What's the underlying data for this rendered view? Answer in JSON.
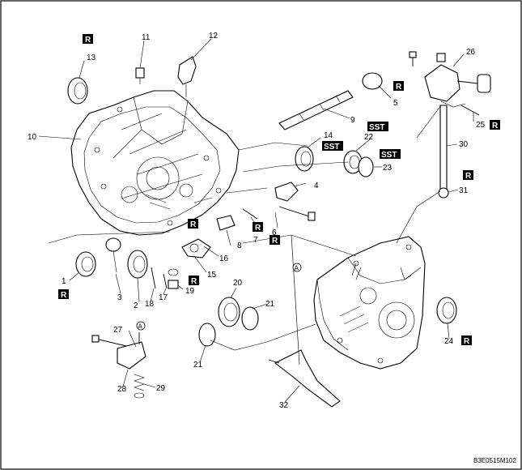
{
  "parts": [
    {
      "no": "1"
    },
    {
      "no": "2"
    },
    {
      "no": "3"
    },
    {
      "no": "4"
    },
    {
      "no": "5"
    },
    {
      "no": "6"
    },
    {
      "no": "7"
    },
    {
      "no": "8"
    },
    {
      "no": "9"
    },
    {
      "no": "10"
    },
    {
      "no": "11"
    },
    {
      "no": "12"
    },
    {
      "no": "13"
    },
    {
      "no": "14"
    },
    {
      "no": "15"
    },
    {
      "no": "16"
    },
    {
      "no": "17"
    },
    {
      "no": "18"
    },
    {
      "no": "19"
    },
    {
      "no": "20"
    },
    {
      "no": "21"
    },
    {
      "no": "22"
    },
    {
      "no": "23"
    },
    {
      "no": "24"
    },
    {
      "no": "25"
    },
    {
      "no": "26"
    },
    {
      "no": "27"
    },
    {
      "no": "28"
    },
    {
      "no": "29"
    },
    {
      "no": "30"
    },
    {
      "no": "31"
    },
    {
      "no": "32"
    }
  ],
  "tags": {
    "replace": "R",
    "special_tool": "SST"
  },
  "ref_marker": "A",
  "figure_code": "B3E0515M102"
}
